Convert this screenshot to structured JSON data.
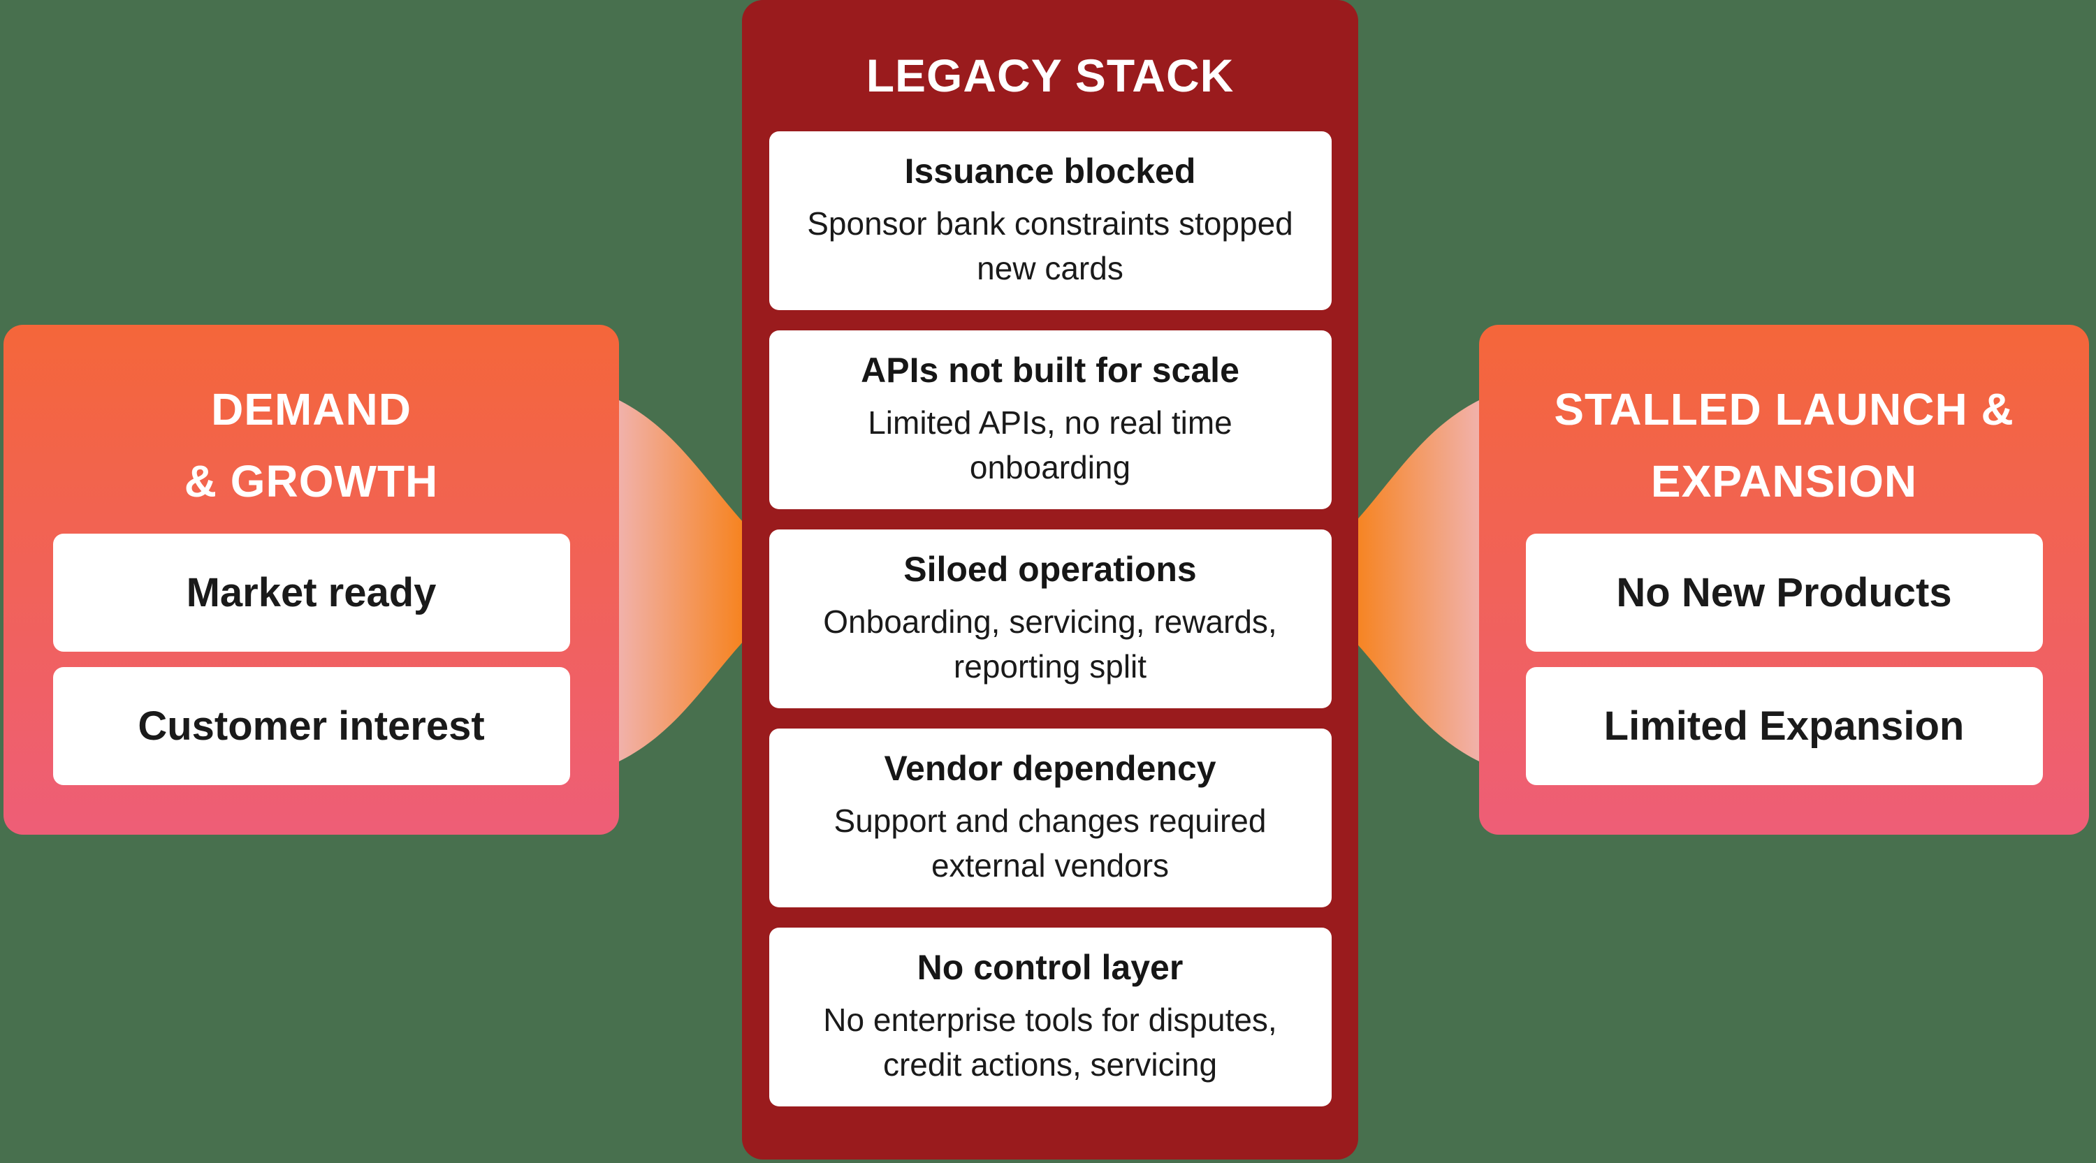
{
  "background_color": "#48704E",
  "left_panel": {
    "title": "DEMAND\n& GROWTH",
    "gradient_top": "#F4663A",
    "gradient_bottom": "#EE5E77",
    "items": [
      {
        "label": "Market ready"
      },
      {
        "label": "Customer interest"
      }
    ]
  },
  "center_panel": {
    "title": "LEGACY STACK",
    "color": "#9A1B1D",
    "items": [
      {
        "heading": "Issuance blocked",
        "body": "Sponsor bank constraints stopped\nnew cards"
      },
      {
        "heading": "APIs not built for scale",
        "body": "Limited APIs, no real time\nonboarding"
      },
      {
        "heading": "Siloed operations",
        "body": "Onboarding, servicing, rewards,\nreporting split"
      },
      {
        "heading": "Vendor dependency",
        "body": "Support and changes required\nexternal vendors"
      },
      {
        "heading": "No control layer",
        "body": "No enterprise tools for disputes,\ncredit actions, servicing"
      }
    ]
  },
  "right_panel": {
    "title": "STALLED LAUNCH &\nEXPANSION",
    "gradient_top": "#F4663A",
    "gradient_bottom": "#EE5E77",
    "items": [
      {
        "label": "No New Products"
      },
      {
        "label": "Limited Expansion"
      }
    ]
  },
  "connectors": {
    "light_color": "#F1B2AC",
    "orange_color": "#F6831F"
  }
}
